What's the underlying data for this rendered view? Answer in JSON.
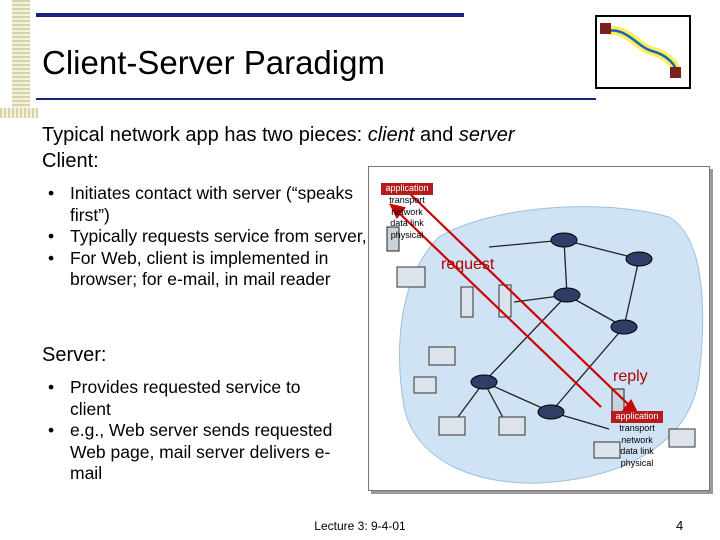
{
  "title": "Client-Server Paradigm",
  "intro": {
    "prefix": "Typical network app has two pieces: ",
    "client_word": "client",
    "and_word": " and ",
    "server_word": "server"
  },
  "client": {
    "heading": "Client:",
    "bullets": [
      "Initiates contact with server (“speaks first”)",
      "Typically requests service from server,",
      "For Web, client is implemented in browser; for e-mail, in mail reader"
    ]
  },
  "server": {
    "heading": "Server:",
    "bullets": [
      "Provides requested service to client",
      "e.g., Web server sends requested Web page, mail server delivers e-mail"
    ]
  },
  "diagram": {
    "client_stack": [
      "application",
      "transport",
      "network",
      "data link",
      "physical"
    ],
    "server_stack": [
      "application",
      "transport",
      "network",
      "data link",
      "physical"
    ],
    "request_label": "request",
    "reply_label": "reply",
    "arrow_color": "#cc0000",
    "cloud_color": "#cfe3f5"
  },
  "footer": {
    "lecture": "Lecture 3: 9-4-01",
    "page": "4"
  }
}
